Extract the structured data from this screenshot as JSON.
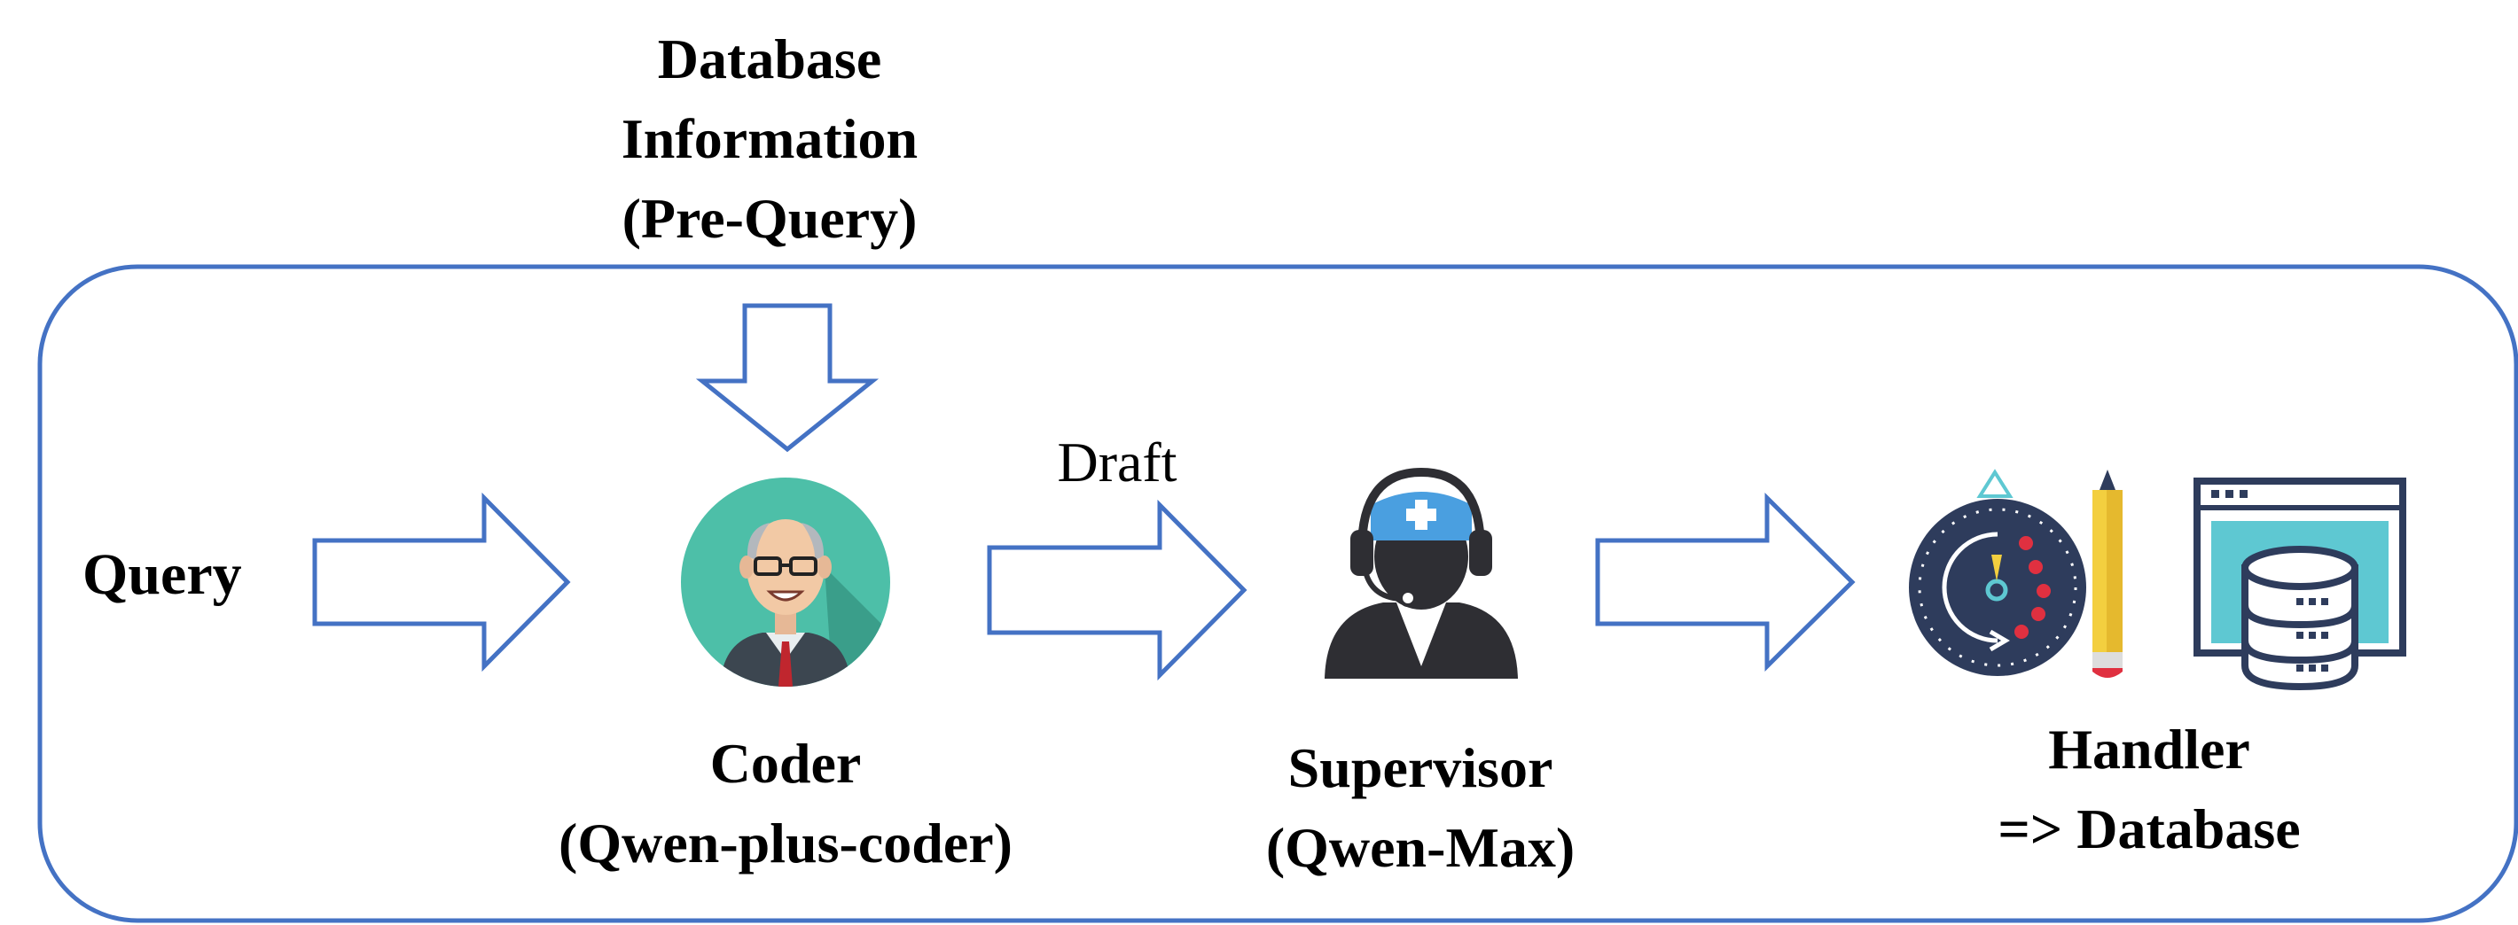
{
  "colors": {
    "frame": "#4472C4",
    "arrow_stroke": "#4472C4",
    "arrow_fill": "#FFFFFF",
    "text": "#000000",
    "coder_circle": "#4DBFA8",
    "coder_shadow": "#3A9E8A",
    "supervisor_body": "#2E2E33",
    "supervisor_cap": "#4A9FE0",
    "handler_dial": "#2E3C5C",
    "handler_dots": "#E03040",
    "handler_pencil": "#F3CF3F",
    "handler_screen": "#5EC8D2"
  },
  "top_input": {
    "lines": [
      "Database",
      "Information",
      "(Pre-Query)"
    ]
  },
  "query": {
    "label": "Query"
  },
  "coder": {
    "icon": "coder-avatar-icon",
    "name": "Coder",
    "model": "(Qwen-plus-coder)"
  },
  "draft": {
    "label": "Draft"
  },
  "supervisor": {
    "icon": "supervisor-headset-icon",
    "name": "Supervisor",
    "model": "(Qwen-Max)"
  },
  "handler": {
    "icons": [
      "timer-dial-icon",
      "pencil-icon",
      "database-window-icon"
    ],
    "name": "Handler",
    "target": "=> Database"
  }
}
